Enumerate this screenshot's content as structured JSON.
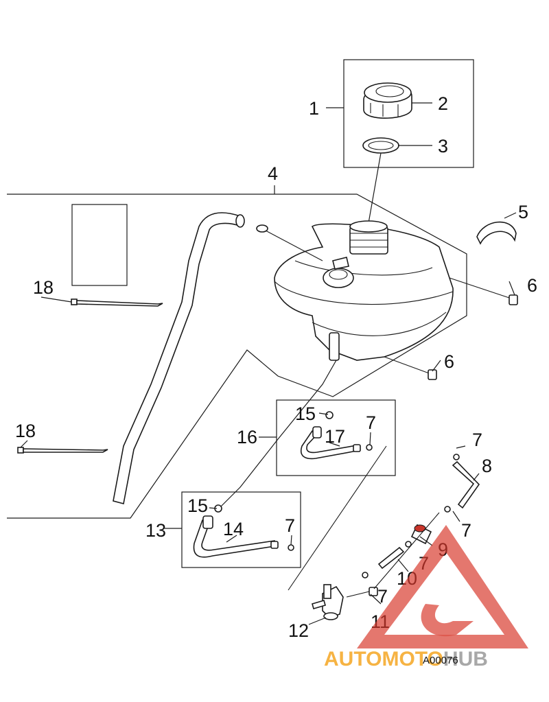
{
  "diagram": {
    "callouts": [
      "1",
      "2",
      "3",
      "4",
      "5",
      "6",
      "6",
      "7",
      "7",
      "7",
      "7",
      "7",
      "7",
      "8",
      "9",
      "10",
      "11",
      "12",
      "13",
      "14",
      "15",
      "15",
      "16",
      "17",
      "18",
      "18"
    ],
    "reference_code": "A00076"
  },
  "watermark": {
    "brand_part1": "AUTOMOTO",
    "brand_part2": "HUB",
    "colors": {
      "orange": "#F5A623",
      "red": "#D7372B",
      "gray": "#9A9A9A"
    }
  }
}
